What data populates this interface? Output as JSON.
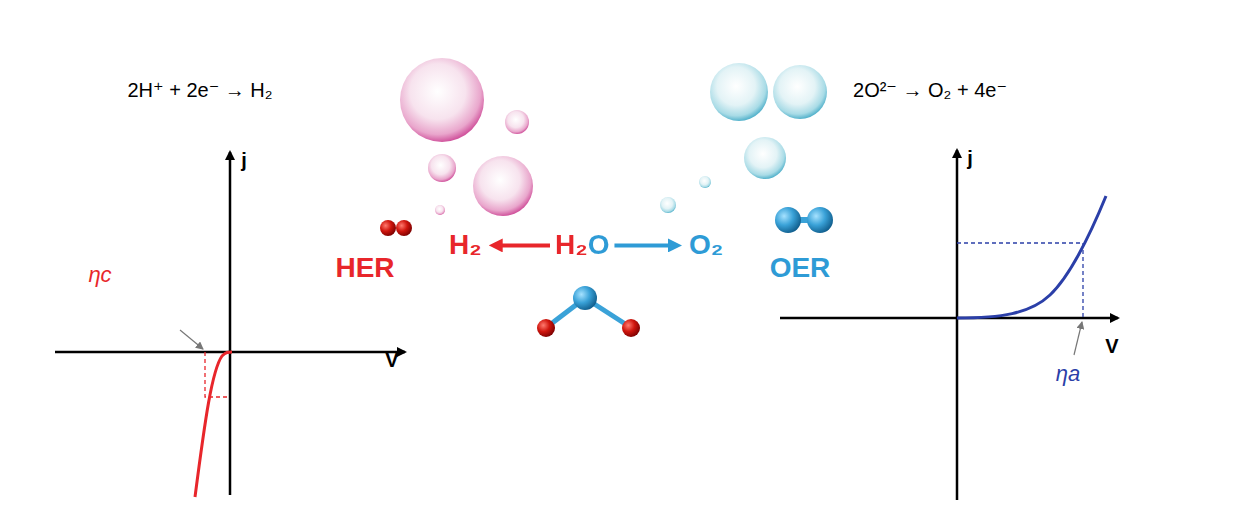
{
  "diagram": {
    "nodes": [
      {
        "text": [
          "H₂"
        ]
      },
      {
        "text": [
          "H₂O"
        ]
      },
      {
        "text": [
          "O₂"
        ]
      }
    ],
    "edges": [
      {
        "from": 1,
        "to": 0,
        "arrow": "to"
      },
      {
        "from": 1,
        "to": 2,
        "arrow": "to"
      }
    ],
    "labels": [
      "2H⁺ + 2e⁻ → H₂",
      "j",
      "V",
      "ηc",
      "HER",
      "2O²⁻ → O₂ + 4e⁻",
      "j",
      "V",
      "ηa",
      "OER"
    ]
  }
}
